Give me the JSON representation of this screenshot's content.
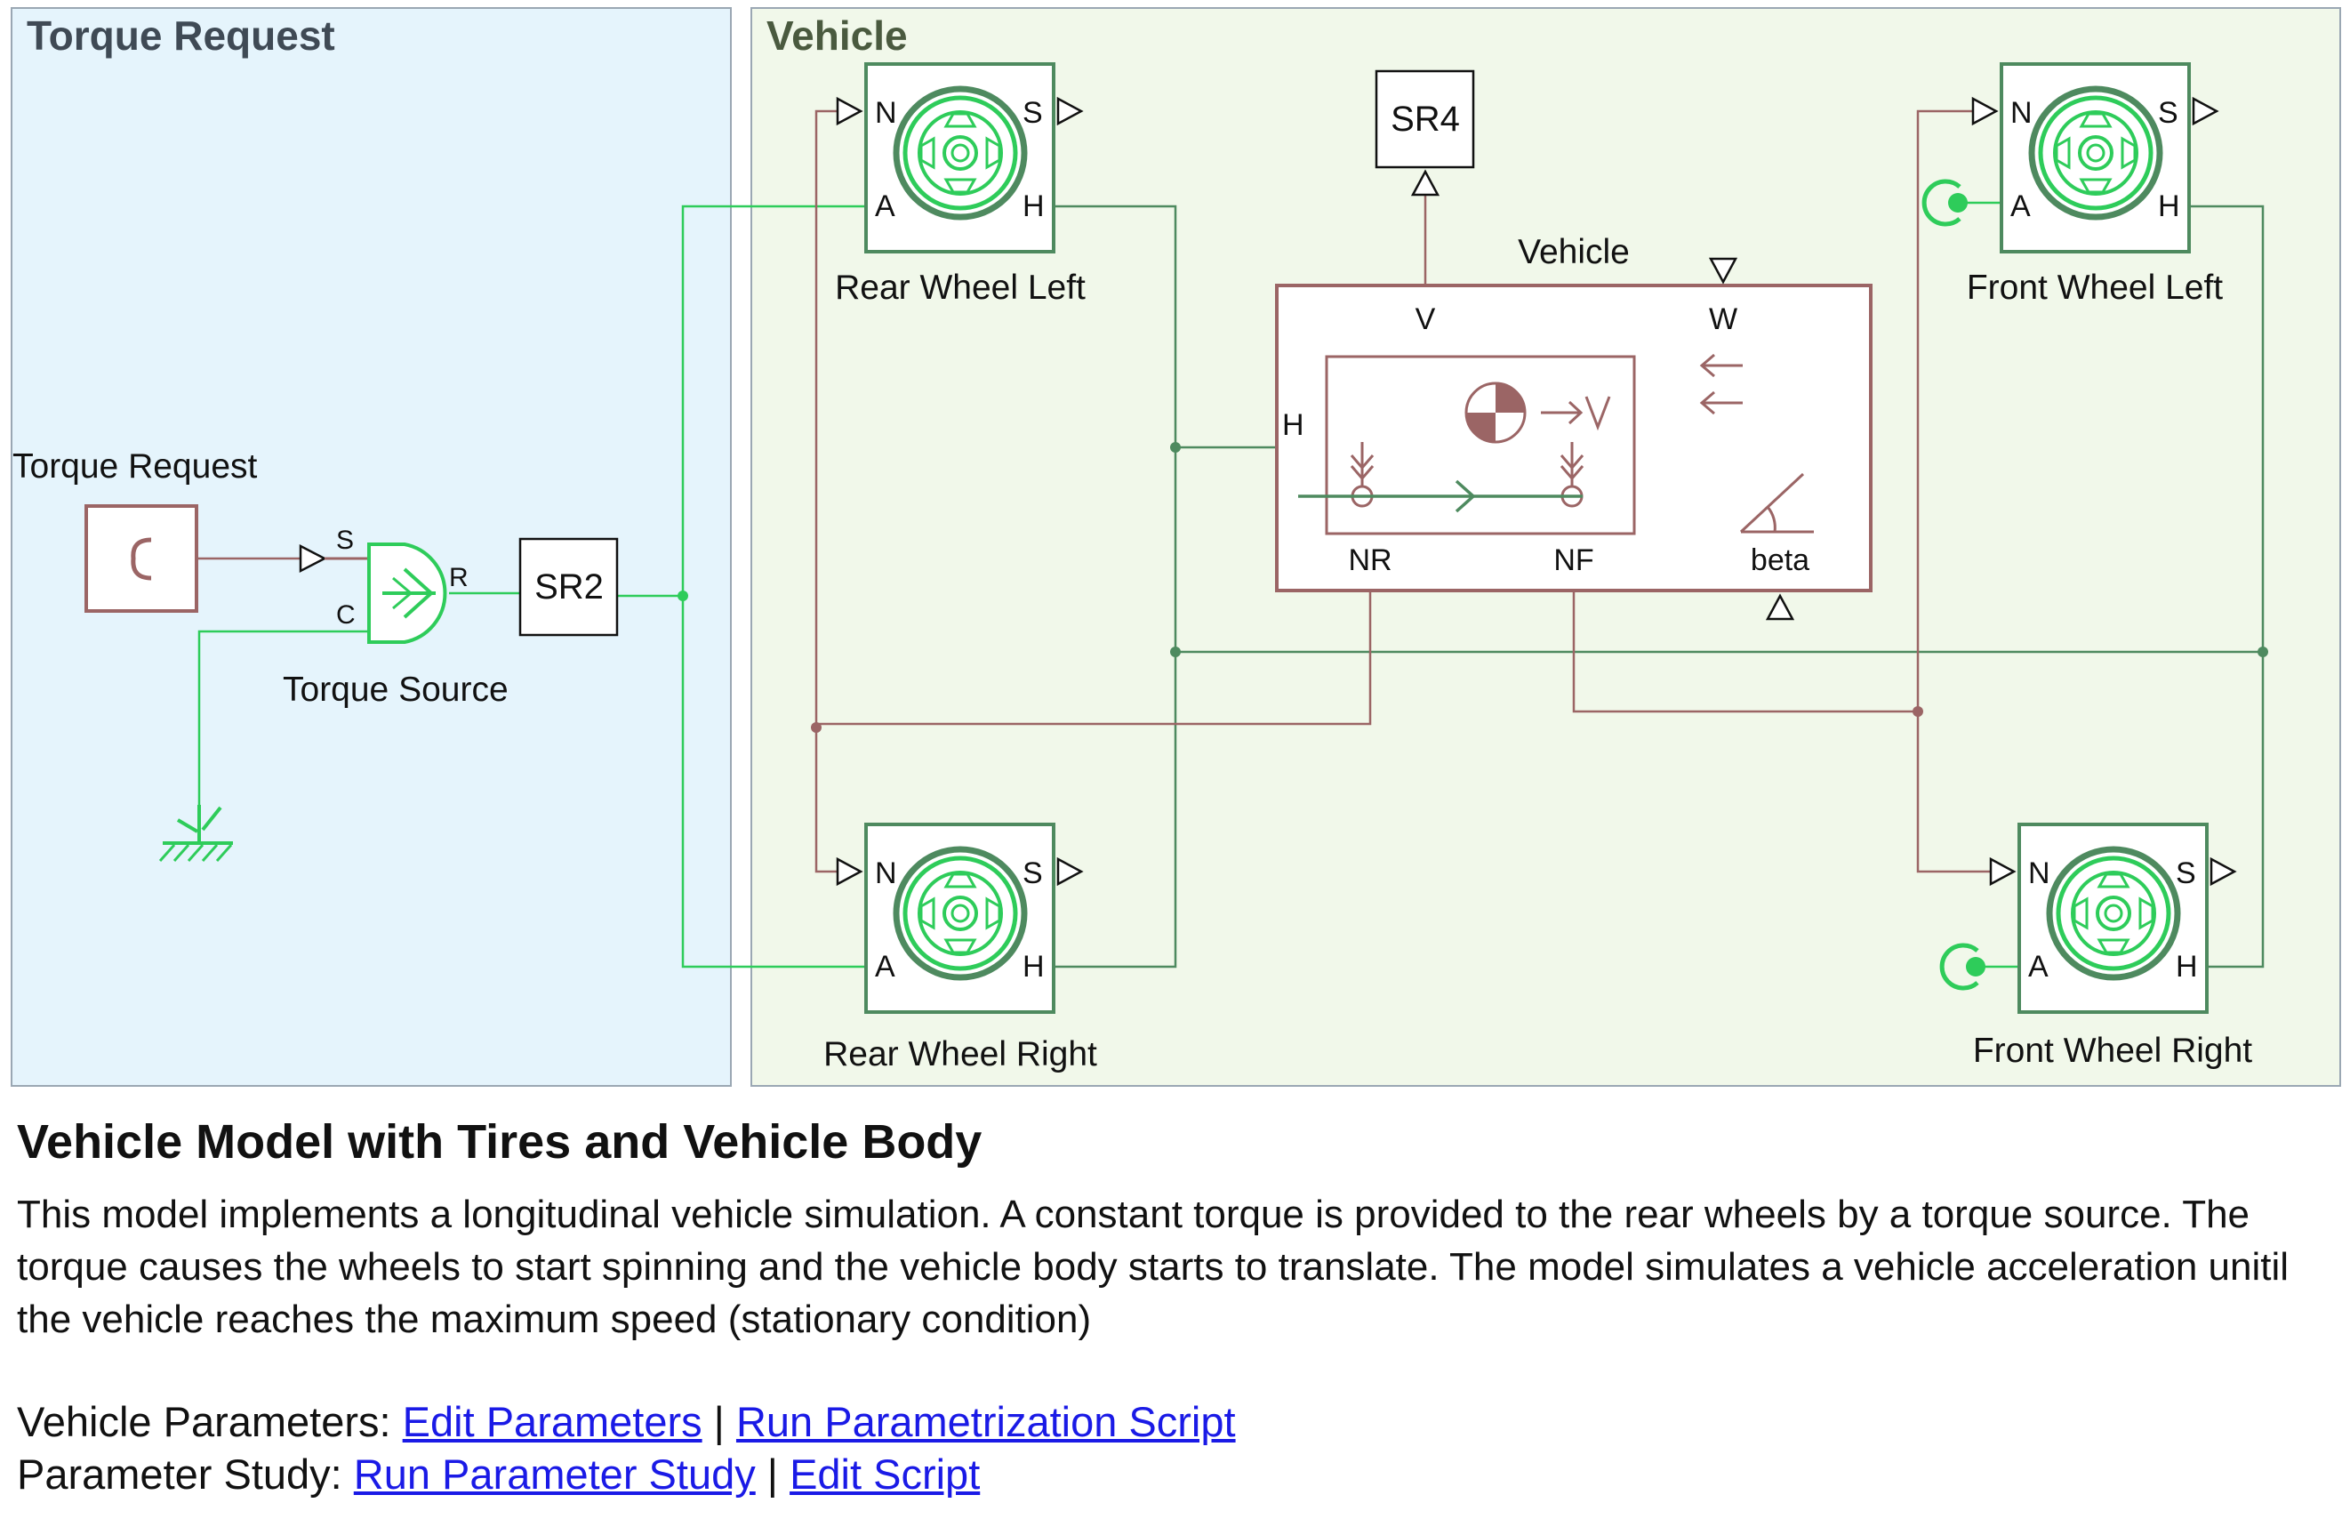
{
  "areas": {
    "torque_request": "Torque Request",
    "vehicle": "Vehicle"
  },
  "blocks": {
    "torque_request_label": "Torque Request",
    "torque_source_label": "Torque Source",
    "sr2": "SR2",
    "sr4": "SR4",
    "vehicle_label": "Vehicle",
    "rear_wheel_left": "Rear Wheel Left",
    "rear_wheel_right": "Rear Wheel Right",
    "front_wheel_left": "Front Wheel Left",
    "front_wheel_right": "Front Wheel Right"
  },
  "ports": {
    "s": "S",
    "c": "C",
    "r": "R",
    "n": "N",
    "a": "A",
    "h": "H",
    "v": "V",
    "w": "W",
    "nr": "NR",
    "nf": "NF",
    "beta": "beta"
  },
  "colors": {
    "torque_area_bg": "#e5f4fc",
    "vehicle_area_bg": "#f1f8ea",
    "wheel_green": "#4e8a5f",
    "bright_green": "#2ecc5a",
    "maroon": "#9b6565"
  },
  "description": {
    "title": "Vehicle Model with Tires and Vehicle Body",
    "body": "This model implements a longitudinal vehicle simulation. A constant torque is provided to the rear wheels by a torque source. The torque causes the wheels to start spinning and the vehicle body starts to translate. The model simulates a vehicle acceleration unitil the vehicle reaches the maximum speed (stationary condition)",
    "vehicle_params_label": "Vehicle Parameters: ",
    "edit_parameters": "Edit Parameters",
    "run_parametrization": "Run Parametrization Script",
    "parameter_study_label": "Parameter Study: ",
    "run_parameter_study": "Run Parameter Study",
    "edit_script": "Edit Script",
    "separator": " | "
  }
}
